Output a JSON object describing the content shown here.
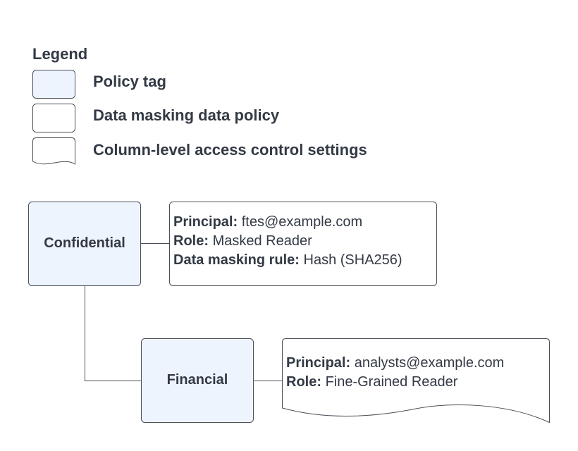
{
  "legend": {
    "title": "Legend",
    "items": [
      {
        "shape": "policy-tag",
        "label": "Policy tag"
      },
      {
        "shape": "data-policy",
        "label": "Data masking data policy"
      },
      {
        "shape": "access-settings",
        "label": "Column-level access control settings"
      }
    ]
  },
  "nodes": {
    "confidential": {
      "label": "Confidential",
      "policy": [
        {
          "key": "Principal:",
          "value": "ftes@example.com"
        },
        {
          "key": "Role:",
          "value": "Masked Reader"
        },
        {
          "key": "Data masking rule:",
          "value": "Hash (SHA256)"
        }
      ]
    },
    "financial": {
      "label": "Financial",
      "settings": [
        {
          "key": "Principal:",
          "value": "analysts@example.com"
        },
        {
          "key": "Role:",
          "value": "Fine-Grained Reader"
        }
      ]
    }
  },
  "colors": {
    "tag_fill": "#eef4fd",
    "stroke": "#4a4f57",
    "text": "#333a45"
  }
}
